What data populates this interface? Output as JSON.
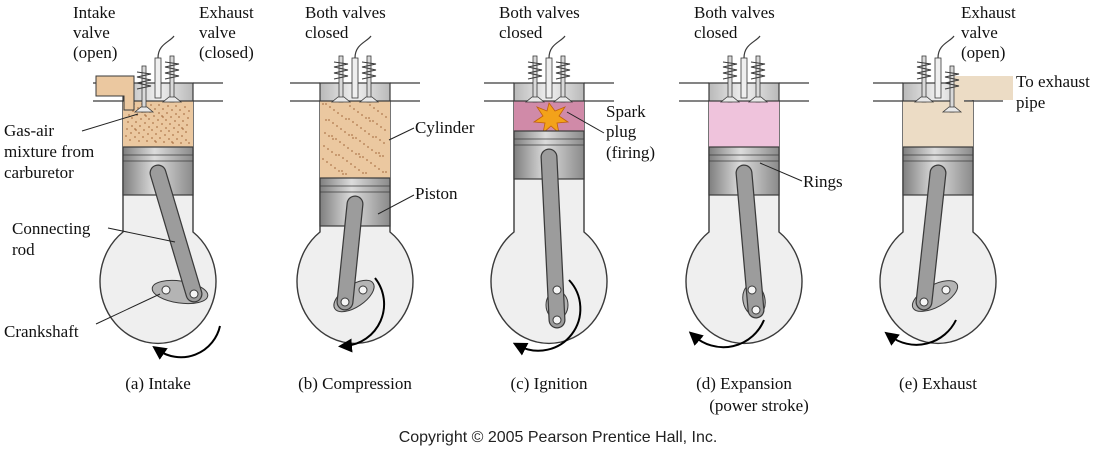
{
  "colors": {
    "outline": "#3a3a3a",
    "body_fill": "#efefef",
    "piston_light": "#d8d8d8",
    "piston_dark": "#8f8f8f",
    "rod": "#9c9c9c",
    "mixture": "#ebc8a0",
    "mixture_dot": "#b07a4f",
    "burning": "#d08aa8",
    "expansion": "#efc3dc",
    "exhaust": "#ecdcc5",
    "spark": "#f3a21a",
    "arrow": "#000000"
  },
  "stages": [
    {
      "caption": "(a) Intake",
      "caption_line2": "",
      "header": [
        "Intake",
        "valve",
        "(open)"
      ],
      "header2": [
        "Exhaust",
        "valve",
        "(closed)"
      ],
      "fill": "mixture",
      "intake_open": true,
      "exhaust_open": false
    },
    {
      "caption": "(b) Compression",
      "caption_line2": "",
      "header": [
        "Both valves",
        "closed"
      ],
      "header2": [],
      "fill": "mixture",
      "intake_open": false,
      "exhaust_open": false
    },
    {
      "caption": "(c) Ignition",
      "caption_line2": "",
      "header": [
        "Both valves",
        "closed"
      ],
      "header2": [],
      "fill": "burning",
      "intake_open": false,
      "exhaust_open": false
    },
    {
      "caption": "(d) Expansion",
      "caption_line2": "(power stroke)",
      "header": [
        "Both valves",
        "closed"
      ],
      "header2": [],
      "fill": "expansion",
      "intake_open": false,
      "exhaust_open": false
    },
    {
      "caption": "(e) Exhaust",
      "caption_line2": "",
      "header": [
        "Exhaust",
        "valve",
        "(open)"
      ],
      "header2": [],
      "fill": "exhaust",
      "intake_open": false,
      "exhaust_open": true
    }
  ],
  "labels": {
    "gas_air": [
      "Gas-air",
      "mixture from",
      "carburetor"
    ],
    "connecting_rod": [
      "Connecting",
      "rod"
    ],
    "crankshaft": "Crankshaft",
    "cylinder": "Cylinder",
    "piston": "Piston",
    "spark_plug": [
      "Spark",
      "plug",
      "(firing)"
    ],
    "rings": "Rings",
    "to_exhaust": [
      "To exhaust",
      "pipe"
    ]
  },
  "copyright": "Copyright © 2005 Pearson Prentice Hall, Inc."
}
